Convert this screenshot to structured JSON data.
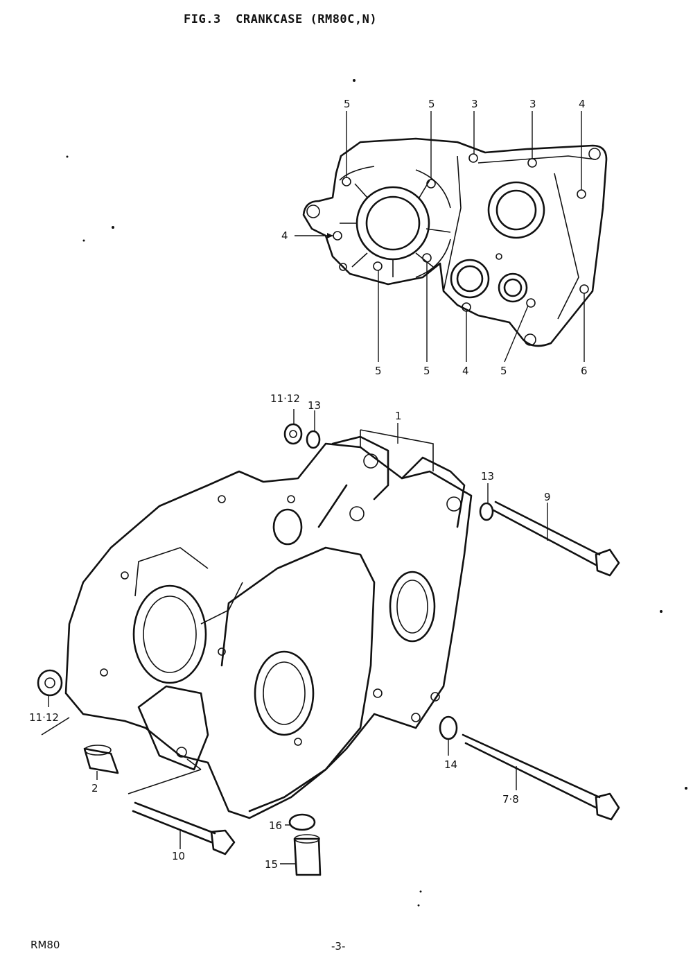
{
  "header": {
    "title": "FIG.3  CRANKCASE (RM80C,N)"
  },
  "footer": {
    "model": "RM80",
    "page": "-3-"
  },
  "callouts_top": {
    "c1": "5",
    "c2": "5",
    "c3": "3",
    "c4": "3",
    "c5": "4",
    "c6": "4",
    "c7": "5",
    "c8": "5",
    "c9": "4",
    "c10": "5",
    "c11": "6"
  },
  "callouts_bottom": {
    "p1": "1",
    "p2": "2",
    "p7_8": "7·8",
    "p9": "9",
    "p10": "10",
    "p11_12_top": "11·12",
    "p11_12_left": "11·12",
    "p13_top": "13",
    "p13_right": "13",
    "p14": "14",
    "p15": "15",
    "p16": "16"
  }
}
